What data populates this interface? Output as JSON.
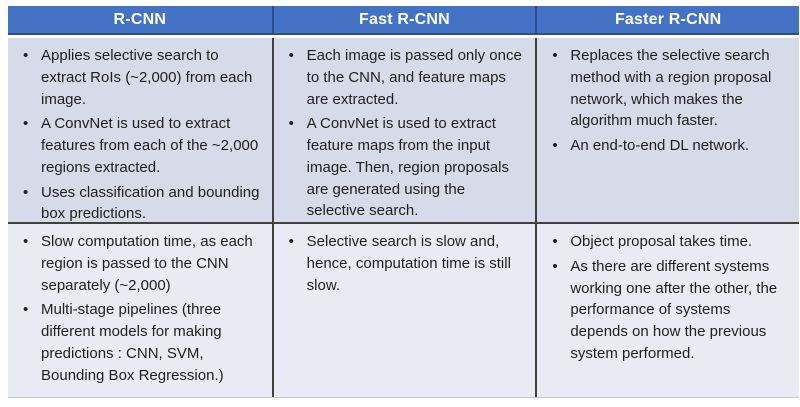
{
  "table": {
    "columns": [
      {
        "header": "R-CNN",
        "pros": [
          "Applies selective search to extract RoIs (~2,000) from each image.",
          "A ConvNet is used to extract features from each of the ~2,000 regions extracted.",
          "Uses classification and bounding box predictions."
        ],
        "cons": [
          "Slow computation time, as each region is passed to the CNN separately (~2,000)",
          "Multi-stage pipelines (three different models for making predictions : CNN, SVM, Bounding Box Regression.)"
        ]
      },
      {
        "header": "Fast R-CNN",
        "pros": [
          "Each image is passed only once to the CNN, and feature maps are extracted.",
          "A ConvNet is used to extract feature maps from the input image. Then, region proposals are generated using the selective search."
        ],
        "cons": [
          "Selective search is slow and, hence, computation time is still slow."
        ]
      },
      {
        "header": "Faster R-CNN",
        "pros": [
          "Replaces the selective search method with a region proposal network, which makes the algorithm much faster.",
          "An end-to-end DL network."
        ],
        "cons": [
          "Object proposal takes time.",
          "As there are different systems working one after the other, the performance of systems depends on how the previous system performed."
        ]
      }
    ],
    "colors": {
      "header_bg": "#4472C4",
      "header_text": "#FFFFFF",
      "pros_row_bg": "#D5DBE8",
      "cons_row_bg": "#E9EBF4",
      "divider": "#404040",
      "header_divider": "#2A4C93",
      "body_text": "#1F1F1F"
    }
  }
}
